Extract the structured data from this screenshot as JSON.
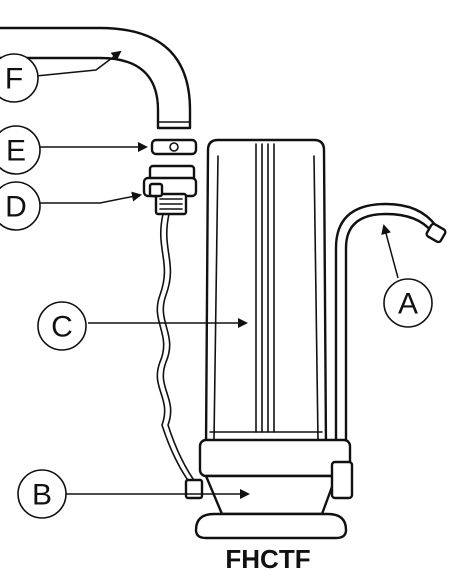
{
  "diagram": {
    "model_label": "FHCTF",
    "callouts": [
      {
        "id": "A",
        "letter": "A"
      },
      {
        "id": "B",
        "letter": "B"
      },
      {
        "id": "C",
        "letter": "C"
      },
      {
        "id": "D",
        "letter": "D"
      },
      {
        "id": "E",
        "letter": "E"
      },
      {
        "id": "F",
        "letter": "F"
      }
    ]
  }
}
